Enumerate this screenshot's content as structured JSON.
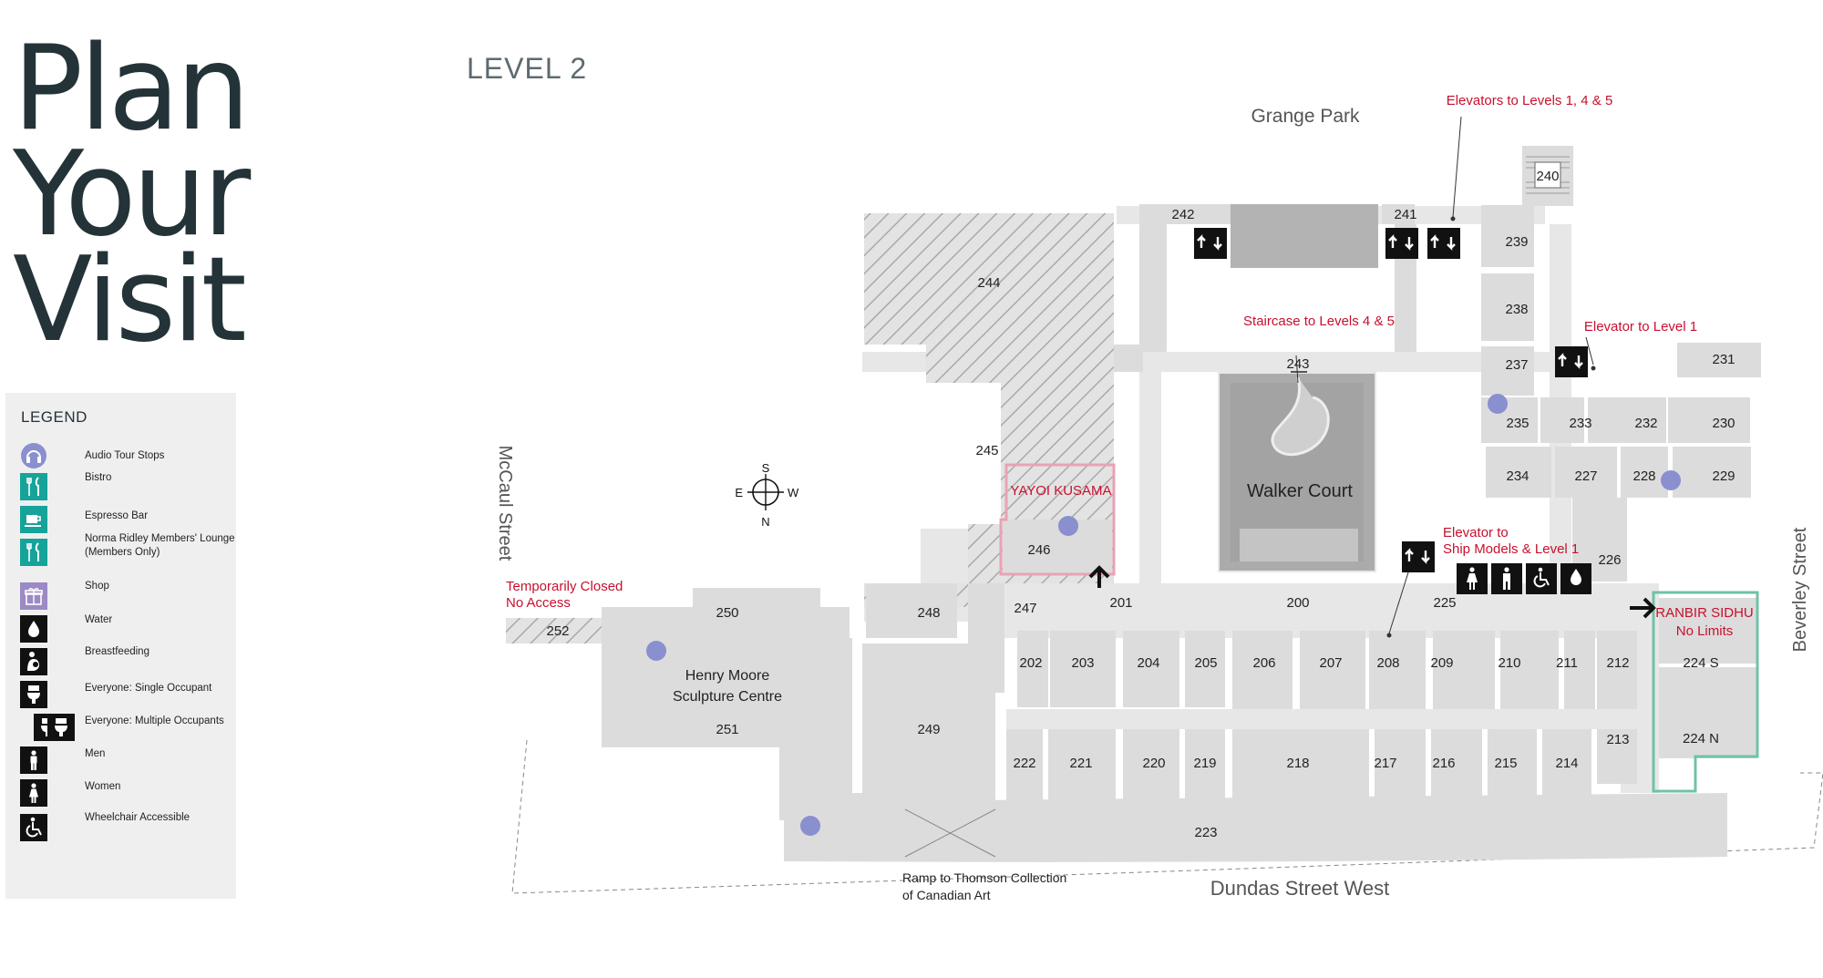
{
  "title": {
    "line1": "Plan",
    "line2": "Your",
    "line3": "Visit"
  },
  "legend": {
    "heading": "LEGEND",
    "items": [
      {
        "icon": "audio-tour-icon",
        "label": "Audio Tour Stops"
      },
      {
        "icon": "fork-knife-icon",
        "label": "Bistro"
      },
      {
        "icon": "coffee-cup-icon",
        "label": "Espresso Bar"
      },
      {
        "icon": "fork-knife-icon",
        "label": "Norma Ridley Members' Lounge (Members Only)"
      },
      {
        "icon": "gift-icon",
        "label": "Shop"
      },
      {
        "icon": "water-drop-icon",
        "label": "Water"
      },
      {
        "icon": "breastfeeding-icon",
        "label": "Breastfeeding"
      },
      {
        "icon": "toilet-icon",
        "label": "Everyone: Single Occupant"
      },
      {
        "icon": "toilets-icon",
        "label": "Everyone: Multiple Occupants"
      },
      {
        "icon": "man-icon",
        "label": "Men"
      },
      {
        "icon": "woman-icon",
        "label": "Women"
      },
      {
        "icon": "wheelchair-icon",
        "label": "Wheelchair Accessible"
      }
    ]
  },
  "colors": {
    "room": "#dcdcdc",
    "corridor": "#e7e7e7",
    "dark_room": "#b3b3b3",
    "accent_red": "#c8102e",
    "audio": "#8a8fcf",
    "teal": "#16a39a",
    "shop": "#9b8ac4",
    "kusama": "#e8a3b4",
    "sidhu": "#6fc2a8"
  },
  "map": {
    "level": "LEVEL 2",
    "streets": {
      "north": "Grange Park",
      "south": "Dundas Street West",
      "west": "McCaul Street",
      "east": "Beverley Street"
    },
    "compass": {
      "s": "S",
      "e": "E",
      "w": "W",
      "n": "N"
    },
    "annotations": {
      "elevators_1_4_5": "Elevators to Levels 1, 4 & 5",
      "staircase": "Staircase to Levels 4 & 5",
      "elevator_level1": "Elevator to Level 1",
      "elevator_ship_1": "Elevator to",
      "elevator_ship_2": "Ship Models & Level 1",
      "closed_1": "Temporarily Closed",
      "closed_2": "No Access",
      "ramp_1": "Ramp to Thomson Collection",
      "ramp_2": "of Canadian Art"
    },
    "exhibits": {
      "kusama": "YAYOI KUSAMA",
      "sidhu_1": "RANBIR SIDHU",
      "sidhu_2": "No Limits"
    },
    "named_rooms": {
      "walker_court": "Walker Court",
      "henry_moore_1": "Henry Moore",
      "henry_moore_2": "Sculpture Centre"
    },
    "rooms": {
      "r200": "200",
      "r201": "201",
      "r202": "202",
      "r203": "203",
      "r204": "204",
      "r205": "205",
      "r206": "206",
      "r207": "207",
      "r208": "208",
      "r209": "209",
      "r210": "210",
      "r211": "211",
      "r212": "212",
      "r213": "213",
      "r214": "214",
      "r215": "215",
      "r216": "216",
      "r217": "217",
      "r218": "218",
      "r219": "219",
      "r220": "220",
      "r221": "221",
      "r222": "222",
      "r223": "223",
      "r224s": "224 S",
      "r224n": "224 N",
      "r225": "225",
      "r226": "226",
      "r227": "227",
      "r228": "228",
      "r229": "229",
      "r230": "230",
      "r231": "231",
      "r232": "232",
      "r233": "233",
      "r234": "234",
      "r235": "235",
      "r237": "237",
      "r238": "238",
      "r239": "239",
      "r240": "240",
      "r241": "241",
      "r242": "242",
      "r243": "243",
      "r244": "244",
      "r245": "245",
      "r246": "246",
      "r247": "247",
      "r248": "248",
      "r249": "249",
      "r250": "250",
      "r251": "251",
      "r252": "252"
    }
  }
}
